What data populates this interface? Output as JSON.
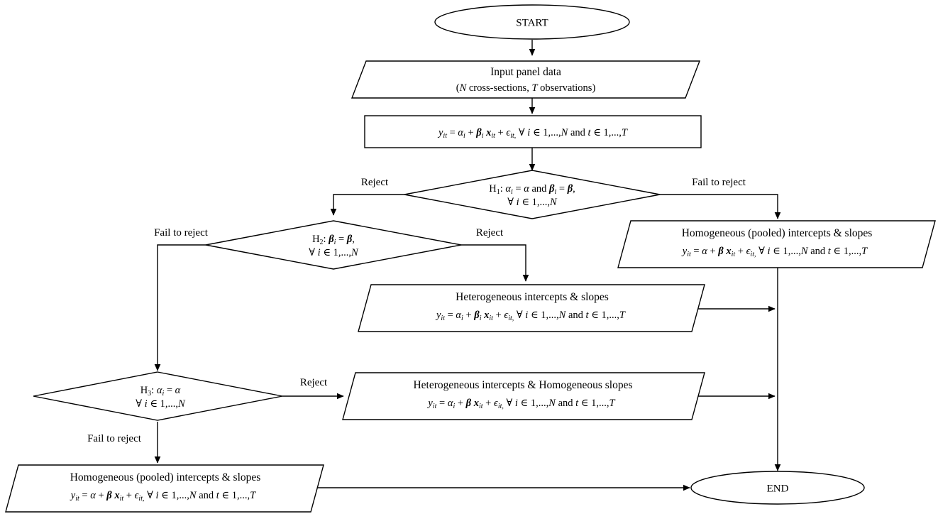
{
  "diagram": {
    "title": "Panel data model selection flowchart",
    "accent_color": "#000000",
    "background": "#ffffff"
  },
  "nodes": {
    "start": {
      "shape": "ellipse",
      "label": "START"
    },
    "input": {
      "shape": "parallelogram",
      "line1": "Input panel data",
      "line2_pre": "(",
      "line2_n": "N",
      "line2_mid": " cross-sections, ",
      "line2_t": "T",
      "line2_post": " observations)",
      "line2_plain": "(N cross-sections, T observations)"
    },
    "model": {
      "shape": "rectangle",
      "equation": "y_it = α_i + β_i x_it + ε_it, ∀ i ∈ 1,…,N and t ∈ 1,…,T"
    },
    "h1": {
      "shape": "diamond",
      "label_prefix": "H",
      "label_index": "1",
      "line1": "H₁: α_i = α and β_i = β,",
      "line2": "∀ i ∈ 1,…,N"
    },
    "h2": {
      "shape": "diamond",
      "label_prefix": "H",
      "label_index": "2",
      "line1": "H₂: β_i = β,",
      "line2": "∀ i ∈ 1,…,N"
    },
    "h3": {
      "shape": "diamond",
      "label_prefix": "H",
      "label_index": "3",
      "line1": "H₃:  α_i = α",
      "line2": "∀ i ∈ 1,…,N"
    },
    "pooled_top": {
      "shape": "parallelogram",
      "line1": "Homogeneous (pooled) intercepts & slopes",
      "line2": "y_it = α + β x_it + ε_it, ∀ i ∈ 1,…,N and t ∈ 1,…,T"
    },
    "hetero_both": {
      "shape": "parallelogram",
      "line1": "Heterogeneous intercepts & slopes",
      "line2": "y_it = α_i + β_i x_it + ε_it, ∀ i ∈ 1,…,N and t ∈ 1,…,T"
    },
    "hetero_int": {
      "shape": "parallelogram",
      "line1": "Heterogeneous intercepts & Homogeneous slopes",
      "line2": "y_it = α_i + β x_it + ε_it, ∀ i ∈ 1,…,N and t ∈ 1,…,T"
    },
    "pooled_bottom": {
      "shape": "parallelogram",
      "line1": "Homogeneous (pooled) intercepts & slopes",
      "line2": "y_it = α + β x_it + ε_it, ∀ i ∈ 1,…,N and t ∈ 1,…,T"
    },
    "end": {
      "shape": "ellipse",
      "label": "END"
    }
  },
  "edge_labels": {
    "h1_reject": "Reject",
    "h1_fail": "Fail to reject",
    "h2_fail": "Fail to reject",
    "h2_reject": "Reject",
    "h3_reject": "Reject",
    "h3_fail": "Fail to reject"
  }
}
